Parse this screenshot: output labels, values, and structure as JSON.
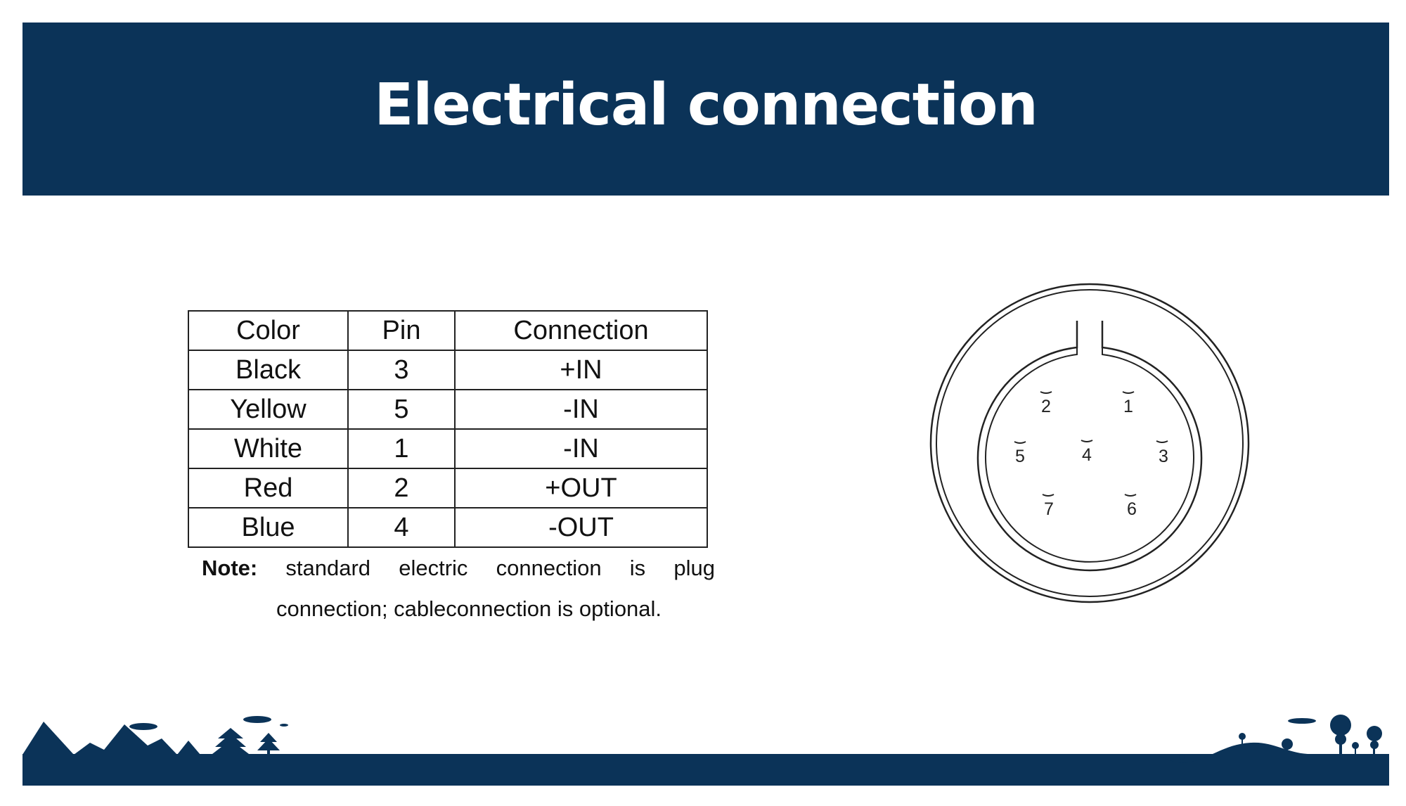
{
  "header": {
    "title": "Electrical connection"
  },
  "table": {
    "headers": [
      "Color",
      "Pin",
      "Connection"
    ],
    "rows": [
      [
        "Black",
        "3",
        "+IN"
      ],
      [
        "Yellow",
        "5",
        "-IN"
      ],
      [
        "White",
        "1",
        "-IN"
      ],
      [
        "Red",
        "2",
        "+OUT"
      ],
      [
        "Blue",
        "4",
        "-OUT"
      ]
    ]
  },
  "note": {
    "label": "Note:",
    "line1_words": [
      "standard",
      "electric",
      "connection",
      "is",
      "plug"
    ],
    "line2": "connection; cableconnection is optional."
  },
  "connector": {
    "pins": [
      "1",
      "2",
      "3",
      "4",
      "5",
      "6",
      "7"
    ]
  },
  "colors": {
    "brand": "#0b3358",
    "line": "#222222"
  }
}
